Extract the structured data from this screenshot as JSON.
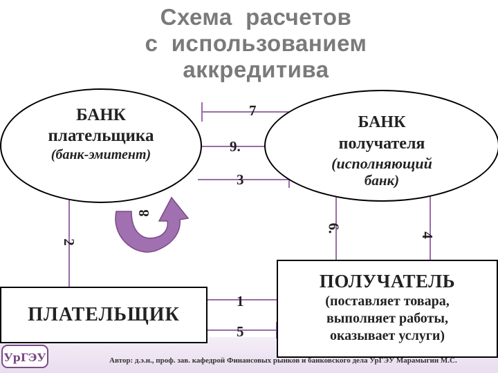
{
  "title": {
    "line1": "Схема  расчетов",
    "line2": "с  использованием",
    "line3": "аккредитива"
  },
  "nodes": {
    "payer_bank": {
      "line1": "БАНК",
      "line2": "плательщика",
      "line3": "(банк-эмитент)"
    },
    "recipient_bank": {
      "line1": "БАНК",
      "line2": "получателя",
      "line3": "(исполняющий",
      "line4": "банк)"
    },
    "payer": {
      "label": "ПЛАТЕЛЬЩИК"
    },
    "recipient": {
      "line1": "ПОЛУЧАТЕЛЬ",
      "line2": "(поставляет товара,",
      "line3": "выполняет работы,",
      "line4": "оказывает услуги)"
    }
  },
  "steps": {
    "s1": "1",
    "s2": "2",
    "s3": "3",
    "s4": "4",
    "s5": "5",
    "s6": "6.",
    "s7": "7",
    "s8": "8",
    "s9": "9."
  },
  "logo_text": "УрГЭУ",
  "footer": "Автор: д.э.н., проф. зав. кафедрой  Финансовых рынков и банковского дела УрГЭУ Марамыгин М.С.",
  "colors": {
    "connector": "#9b6aa8",
    "arrow8": "#a070b0",
    "title": "#7a7a7a"
  }
}
